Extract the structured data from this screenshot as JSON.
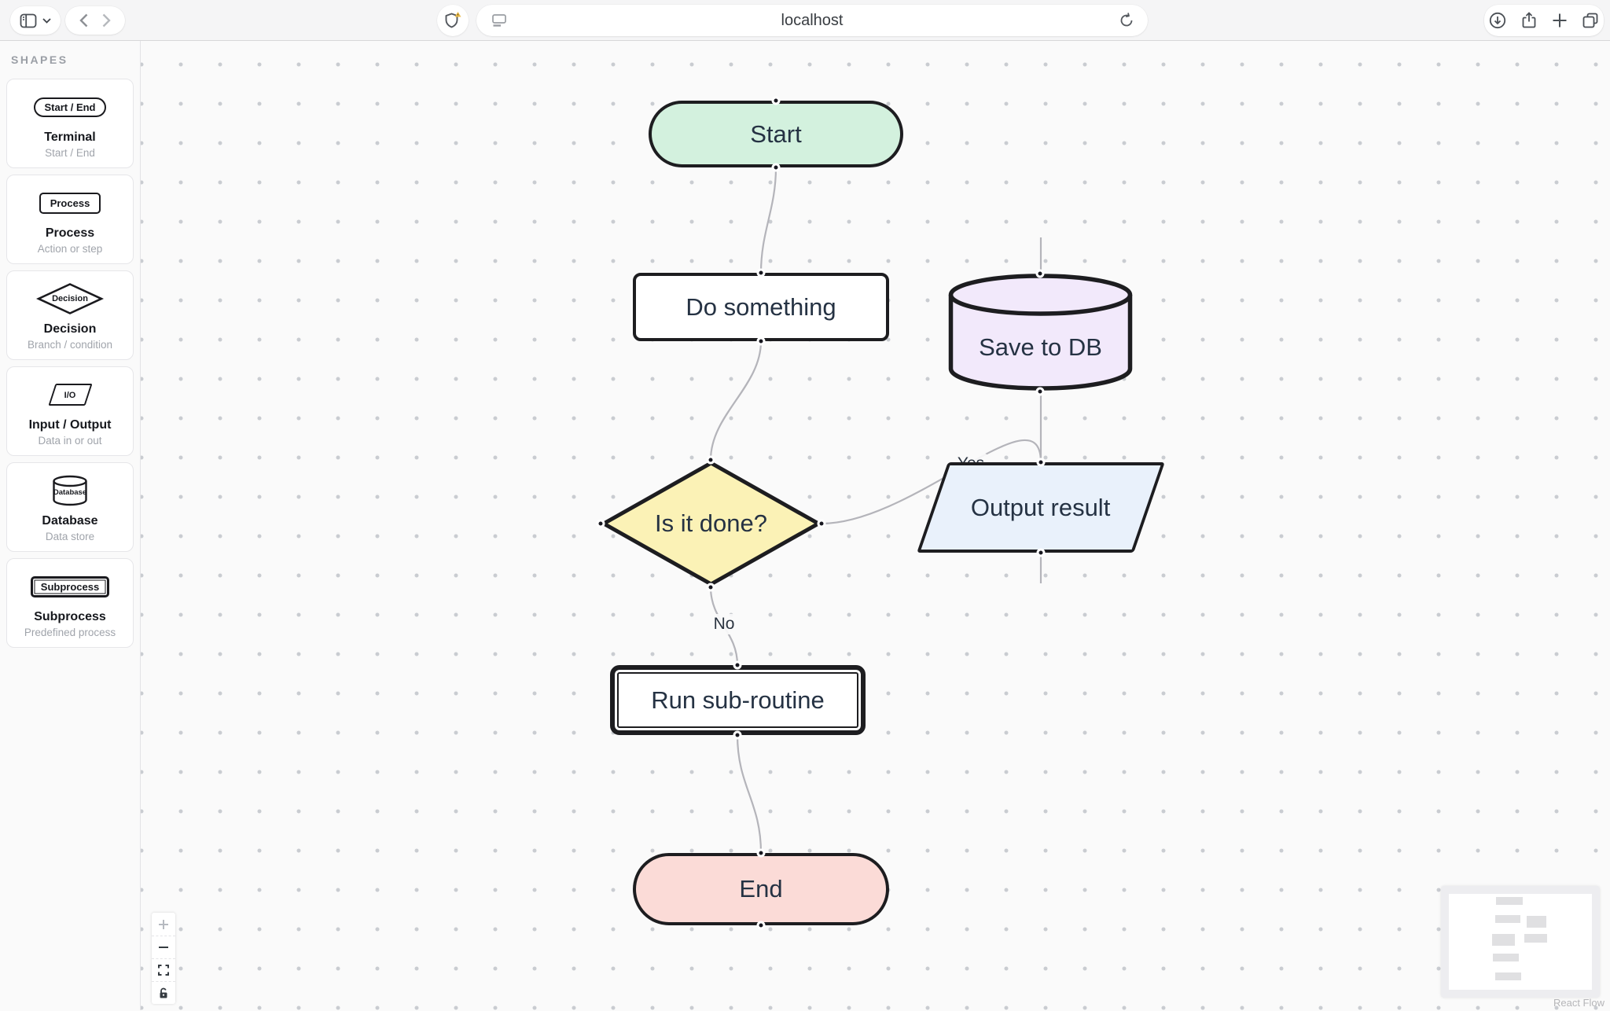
{
  "browser": {
    "url": "localhost",
    "toolbar_icons": [
      "sidebar-toggle",
      "chevron-down",
      "back",
      "forward",
      "shield-warning",
      "page-menu",
      "refresh",
      "download",
      "share",
      "new-tab",
      "tab-overview"
    ]
  },
  "sidebar": {
    "title": "SHAPES",
    "items": [
      {
        "type": "terminal",
        "preview": "Start / End",
        "title": "Terminal",
        "subtitle": "Start / End"
      },
      {
        "type": "process",
        "preview": "Process",
        "title": "Process",
        "subtitle": "Action or step"
      },
      {
        "type": "decision",
        "preview": "Decision",
        "title": "Decision",
        "subtitle": "Branch / condition"
      },
      {
        "type": "io",
        "preview": "I/O",
        "title": "Input / Output",
        "subtitle": "Data in or out"
      },
      {
        "type": "database",
        "preview": "Database",
        "title": "Database",
        "subtitle": "Data store"
      },
      {
        "type": "subprocess",
        "preview": "Subprocess",
        "title": "Subprocess",
        "subtitle": "Predefined process"
      }
    ]
  },
  "canvas": {
    "nodes": [
      {
        "id": "start",
        "label": "Start",
        "type": "terminal",
        "fill": "#d3f1de"
      },
      {
        "id": "do",
        "label": "Do something",
        "type": "process",
        "fill": "#ffffff"
      },
      {
        "id": "save",
        "label": "Save to DB",
        "type": "database",
        "fill": "#f2e9fb"
      },
      {
        "id": "decision",
        "label": "Is it done?",
        "type": "decision",
        "fill": "#fbf2b6"
      },
      {
        "id": "output",
        "label": "Output result",
        "type": "io",
        "fill": "#e9f1fb"
      },
      {
        "id": "sub",
        "label": "Run sub-routine",
        "type": "subprocess",
        "fill": "#ffffff"
      },
      {
        "id": "end",
        "label": "End",
        "type": "terminal",
        "fill": "#fbdbd7"
      }
    ],
    "edges": [
      {
        "from": "start",
        "to": "do"
      },
      {
        "from": "do",
        "to": "decision"
      },
      {
        "from": "decision",
        "to": "output",
        "label": "Yes"
      },
      {
        "from": "decision",
        "to": "sub",
        "label": "No"
      },
      {
        "from": "output",
        "to": "save"
      },
      {
        "from": "sub",
        "to": "end"
      }
    ],
    "edge_labels": {
      "yes": "Yes",
      "no": "No"
    },
    "attribution": "React Flow"
  },
  "colors": {
    "node_border": "#1d1d20",
    "edge": "#b4b4ba",
    "handle": "#17171f",
    "canvas_bg": "#fafafa",
    "warning_badge": "#e9b949"
  }
}
